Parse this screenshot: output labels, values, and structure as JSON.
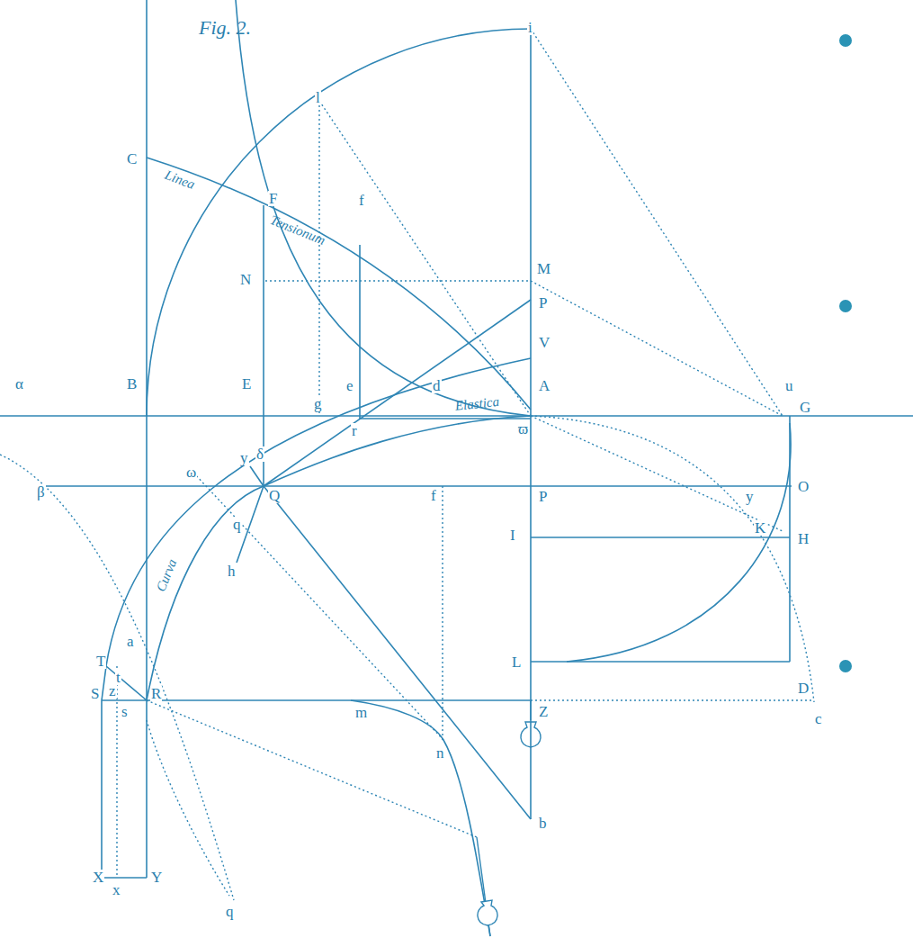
{
  "diagram": {
    "title": "Fig. 2.",
    "labels": [
      "i",
      "l",
      "C",
      "Linea",
      "F",
      "Tensionum",
      "f",
      "N",
      "M",
      "P",
      "V",
      "α",
      "B",
      "E",
      "g",
      "e",
      "d",
      "A",
      "u",
      "Elastica",
      "r",
      "G",
      "ϖ",
      "y",
      "δ",
      "ω",
      "β",
      "Q",
      "f",
      "P",
      "y",
      "O",
      "q",
      "I",
      "K",
      "H",
      "h",
      "Curva",
      "a",
      "T",
      "t",
      "L",
      "D",
      "S",
      "z",
      "R",
      "s",
      "m",
      "Z",
      "c",
      "n",
      "b",
      "X",
      "x",
      "Y",
      "q"
    ]
  }
}
